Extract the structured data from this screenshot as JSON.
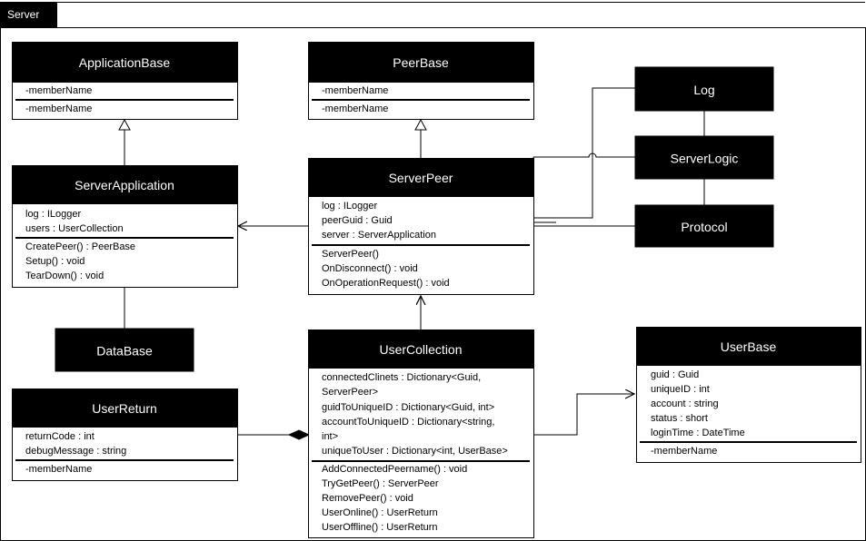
{
  "frame": {
    "title": "Server"
  },
  "classes": {
    "application_base": {
      "name": "ApplicationBase",
      "attributes": [
        "-memberName"
      ],
      "operations": [
        "-memberName"
      ]
    },
    "peer_base": {
      "name": "PeerBase",
      "attributes": [
        "-memberName"
      ],
      "operations": [
        "-memberName"
      ]
    },
    "server_application": {
      "name": "ServerApplication",
      "attributes": [
        "log : ILogger",
        "users : UserCollection"
      ],
      "operations": [
        "CreatePeer() : PeerBase",
        "Setup() : void",
        "TearDown() : void"
      ]
    },
    "server_peer": {
      "name": "ServerPeer",
      "attributes": [
        "log : ILogger",
        "peerGuid : Guid",
        "server : ServerApplication"
      ],
      "operations": [
        "ServerPeer()",
        "OnDisconnect() : void",
        "OnOperationRequest() : void"
      ]
    },
    "user_collection": {
      "name": "UserCollection",
      "attributes": [
        "connectedClinets : Dictionary<Guid,",
        "ServerPeer>",
        "guidToUniqueID : Dictionary<Guid, int>",
        "accountToUniqueID : Dictionary<string,",
        "int>",
        "uniqueToUser : Dictionary<int, UserBase>"
      ],
      "operations": [
        "AddConnectedPeername() : void",
        "TryGetPeer() : ServerPeer",
        "RemovePeer() : void",
        "UserOnline() : UserReturn",
        "UserOffline() : UserReturn"
      ]
    },
    "user_return": {
      "name": "UserReturn",
      "attributes": [
        "returnCode : int",
        "debugMessage : string"
      ],
      "operations": [
        "-memberName"
      ]
    },
    "user_base": {
      "name": "UserBase",
      "attributes": [
        "guid : Guid",
        "uniqueID : int",
        "account : string",
        "status : short",
        "loginTime : DateTime"
      ],
      "operations": [
        "-memberName"
      ]
    }
  },
  "components": {
    "log": {
      "name": "Log"
    },
    "server_logic": {
      "name": "ServerLogic"
    },
    "protocol": {
      "name": "Protocol"
    },
    "database": {
      "name": "DataBase"
    }
  }
}
